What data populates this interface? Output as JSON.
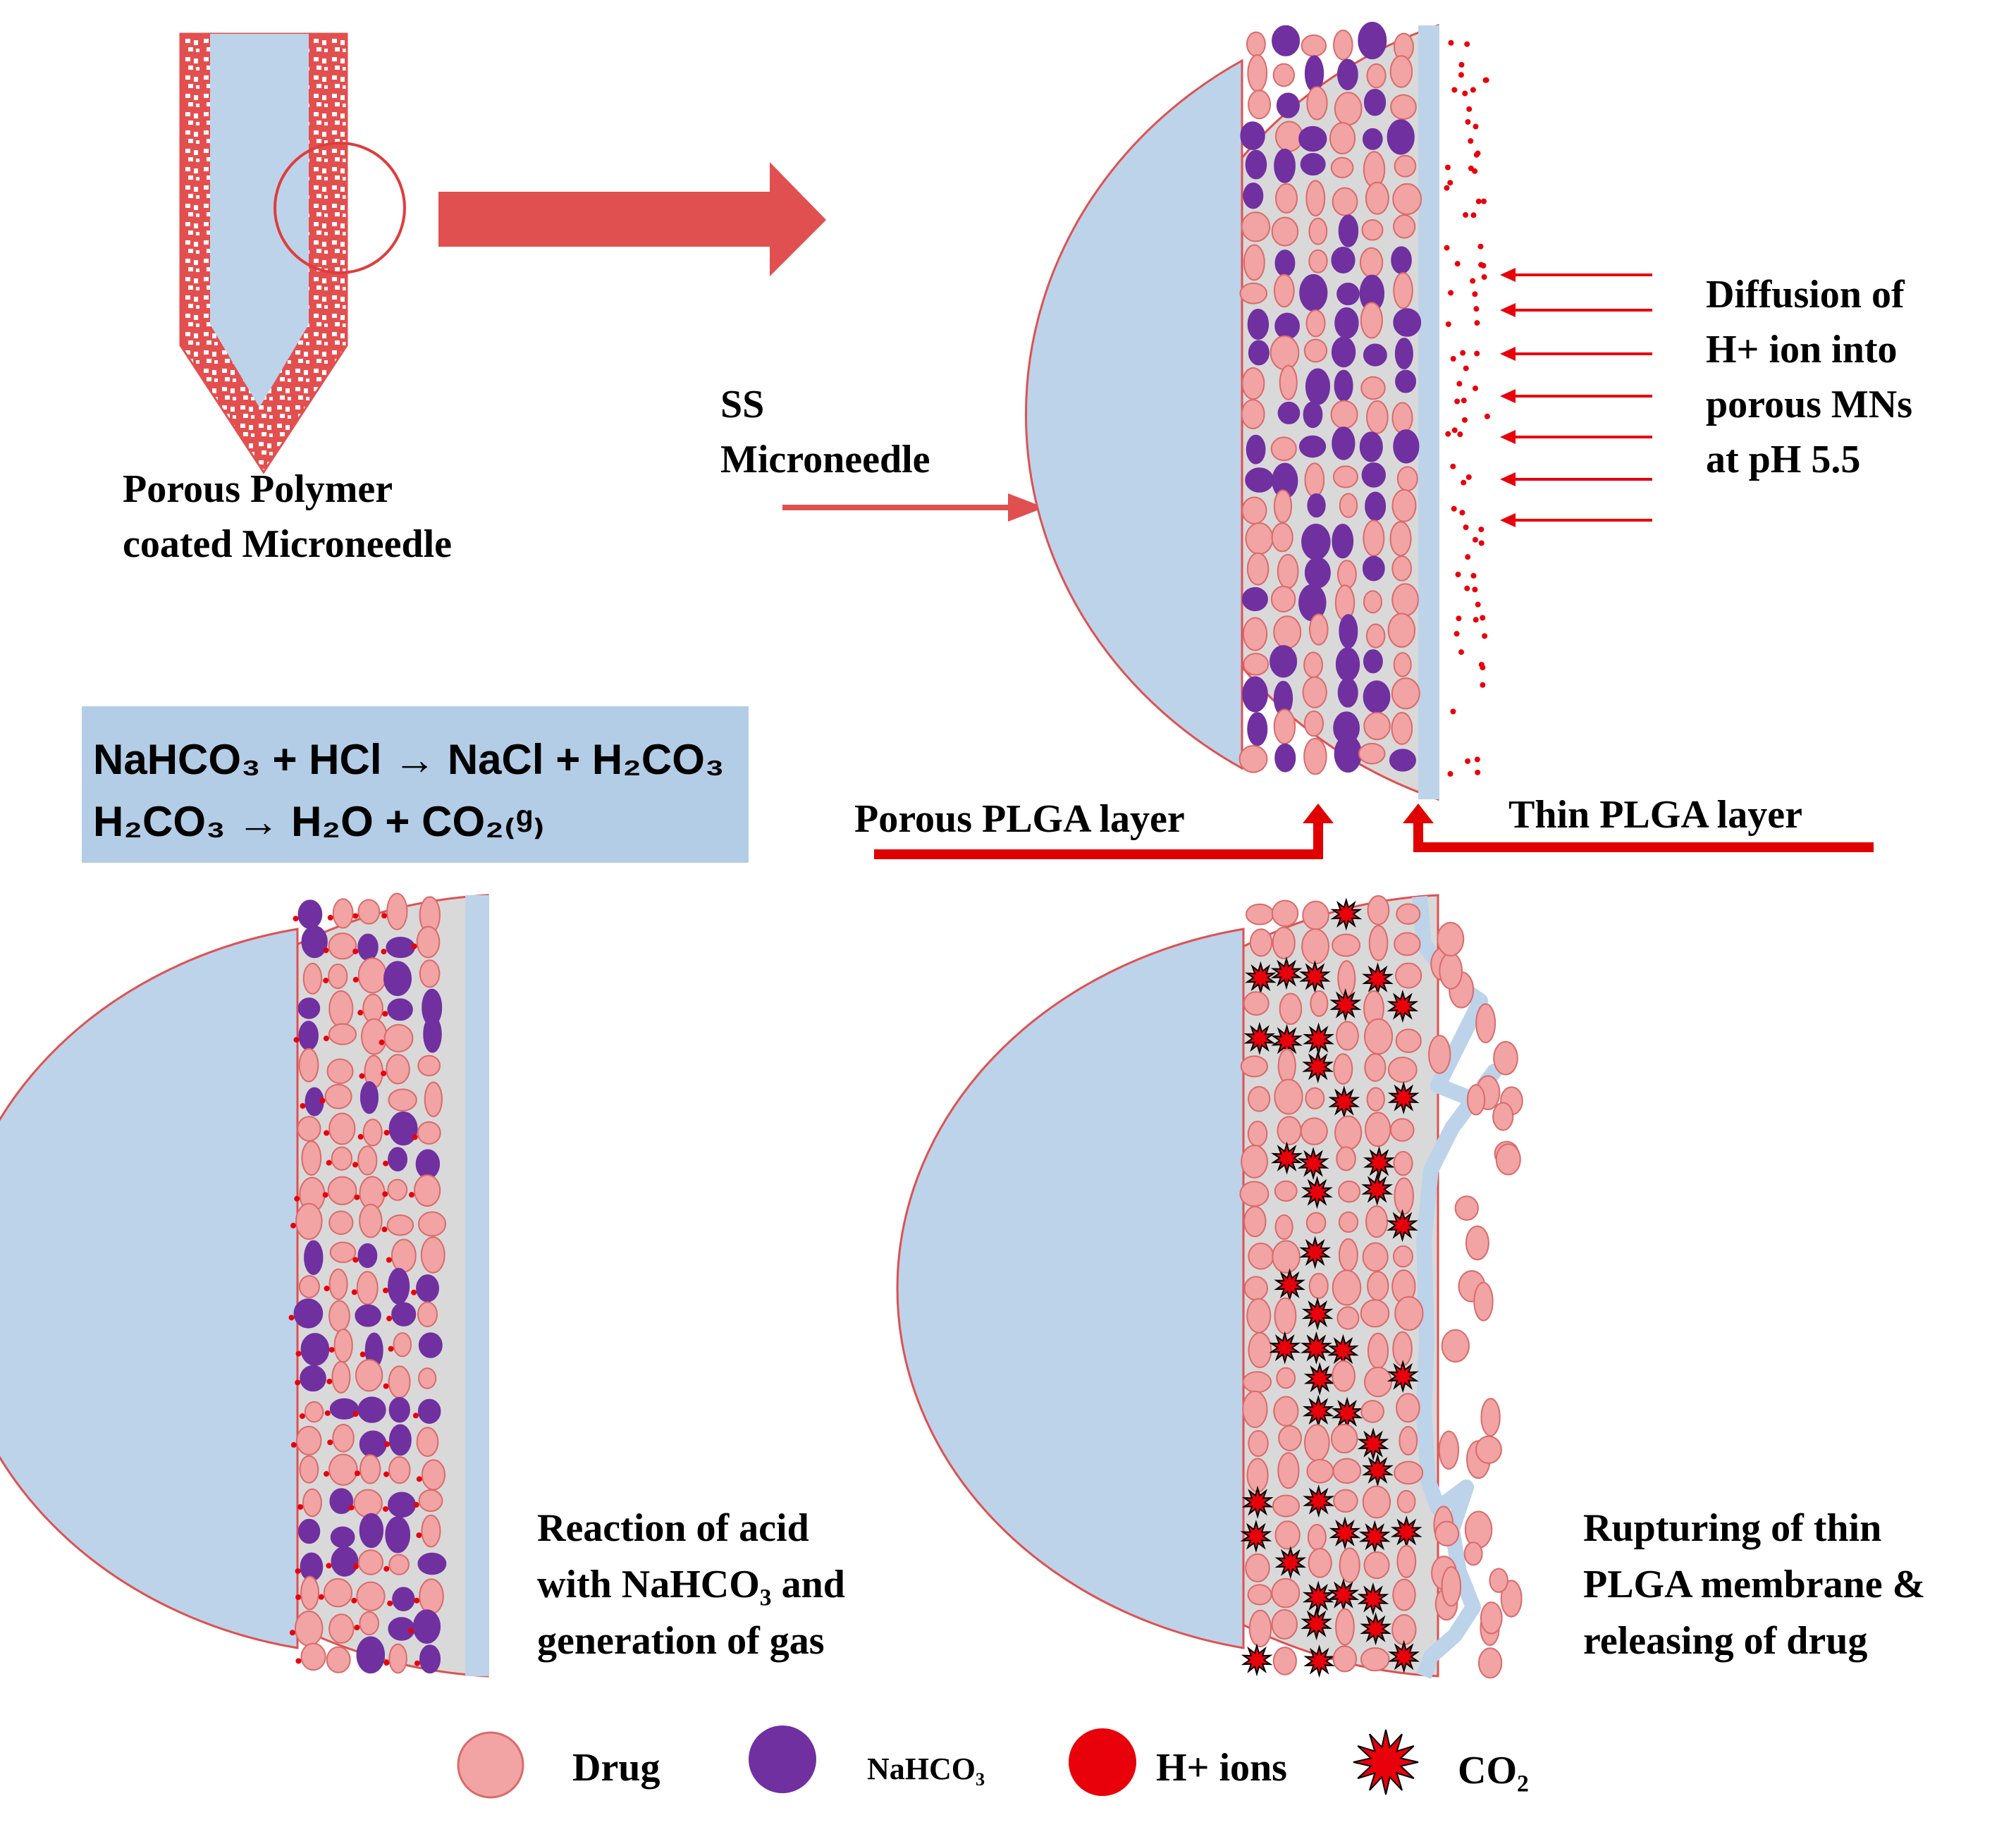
{
  "labels": {
    "coated_line1": "Porous Polymer",
    "coated_line2": "coated Microneedle",
    "ss_line1": "SS",
    "ss_line2": "Microneedle",
    "diffusion": [
      "Diffusion of",
      "H+ ion into",
      "porous MNs",
      "at pH 5.5"
    ],
    "porous_layer": "Porous PLGA  layer",
    "thin_layer": "Thin PLGA  layer",
    "reaction": [
      "Reaction of acid",
      "with NaHCO₃ and",
      "generation of gas"
    ],
    "rupture": [
      "Rupturing of thin",
      "PLGA membrane &",
      "releasing of drug"
    ]
  },
  "equation": {
    "line1": "NaHCO₃ + HCl → NaCl + H₂CO₃",
    "line2": "H₂CO₃ → H₂O + CO₂₍ᵍ₎"
  },
  "legend": {
    "drug": "Drug",
    "nahco3": "NaHCO₃",
    "h_ions": "H+ ions",
    "co2": "CO₂"
  },
  "colors": {
    "needle": "#bcd3ea",
    "coating": "#e35a5a",
    "arrow": "#e03c3c",
    "drug": "#f2a3a3",
    "drug_edge": "#d96b6b",
    "nahco3": "#7030a0",
    "h_ion": "#e8000b",
    "porous_layer": "#d9d9d9",
    "thin_layer": "#bcd3ea",
    "equation_box": "#b4cde6"
  }
}
